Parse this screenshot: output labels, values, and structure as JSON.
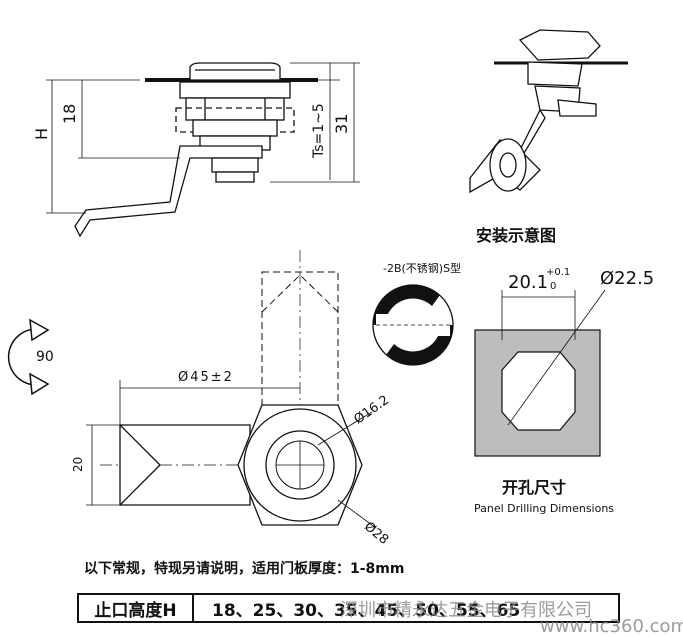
{
  "top_drawing": {
    "dim_h": "H",
    "dim_18": "18",
    "dim_ts": "Ts=1~5",
    "dim_31": "31"
  },
  "install_diagram": {
    "caption": "安装示意图"
  },
  "cam_section": {
    "label": "-2B(不锈钢)S型"
  },
  "rotation": {
    "angle": "90"
  },
  "main_drawing": {
    "dim_45": "Ø45±2",
    "dim_20": "20",
    "dim_16_2": "Ø16.2",
    "dim_28": "Ø28"
  },
  "panel_drilling": {
    "dim_width": "20.1",
    "tol_upper": "+0.1",
    "tol_lower": "0",
    "dim_diameter": "Ø22.5",
    "caption_cn": "开孔尺寸",
    "caption_en": "Panel Drilling Dimensions"
  },
  "note": "以下常规，特现另请说明，适用门板厚度：1-8mm",
  "table": {
    "header": "止口高度H",
    "values": "18、25、30、35、45、50、55、65"
  },
  "watermark": {
    "company": "深圳市精永达五金电子有限公司",
    "url": "www.hc360.com"
  },
  "colors": {
    "panel_gray": "#bdbdbd",
    "line": "#111111"
  }
}
